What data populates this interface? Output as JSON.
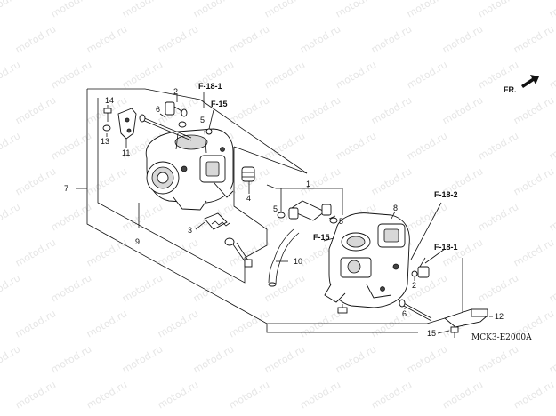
{
  "watermark": "motod.ru",
  "direction_label": "FR.",
  "diagram_code": "MCK3-E2000A",
  "references": {
    "f18_1_top": "F-18-1",
    "f15_top": "F-15",
    "f18_2": "F-18-2",
    "f15_mid": "F-15",
    "f18_1_right": "F-18-1"
  },
  "callouts": {
    "c1": "1",
    "c2a": "2",
    "c2b": "2",
    "c3": "3",
    "c4": "4",
    "c5": "5",
    "c6a": "6",
    "c6b": "6",
    "c7": "7",
    "c8": "8",
    "c9": "9",
    "c10": "10",
    "c11": "11",
    "c12": "12",
    "c13": "13",
    "c14": "14",
    "c15": "15"
  },
  "colors": {
    "ink": "#111111",
    "watermark": "#e6e6e6",
    "background": "#ffffff"
  }
}
